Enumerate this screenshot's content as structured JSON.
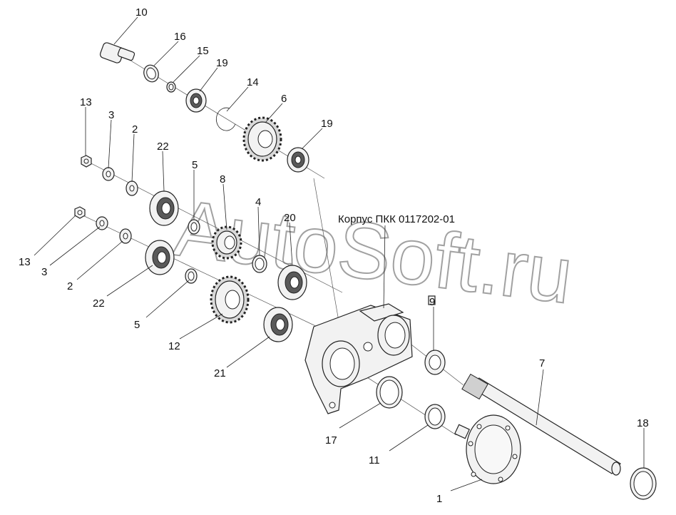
{
  "assembly_label": "Корпус ПКК 0117202-01",
  "watermark": "AutoSoft.ru",
  "callouts": [
    {
      "id": "c10a",
      "text": "10"
    },
    {
      "id": "c16",
      "text": "16"
    },
    {
      "id": "c15",
      "text": "15"
    },
    {
      "id": "c19a",
      "text": "19"
    },
    {
      "id": "c14",
      "text": "14"
    },
    {
      "id": "c6",
      "text": "6"
    },
    {
      "id": "c19b",
      "text": "19"
    },
    {
      "id": "c13a",
      "text": "13"
    },
    {
      "id": "c3a",
      "text": "3"
    },
    {
      "id": "c2a",
      "text": "2"
    },
    {
      "id": "c22a",
      "text": "22"
    },
    {
      "id": "c5a",
      "text": "5"
    },
    {
      "id": "c8",
      "text": "8"
    },
    {
      "id": "c4",
      "text": "4"
    },
    {
      "id": "c20",
      "text": "20"
    },
    {
      "id": "c13b",
      "text": "13"
    },
    {
      "id": "c3b",
      "text": "3"
    },
    {
      "id": "c2b",
      "text": "2"
    },
    {
      "id": "c22b",
      "text": "22"
    },
    {
      "id": "c5b",
      "text": "5"
    },
    {
      "id": "c12",
      "text": "12"
    },
    {
      "id": "c21",
      "text": "21"
    },
    {
      "id": "c9",
      "text": "9"
    },
    {
      "id": "c7",
      "text": "7"
    },
    {
      "id": "c18",
      "text": "18"
    },
    {
      "id": "c17",
      "text": "17"
    },
    {
      "id": "c11",
      "text": "11"
    },
    {
      "id": "c1",
      "text": "1"
    }
  ]
}
